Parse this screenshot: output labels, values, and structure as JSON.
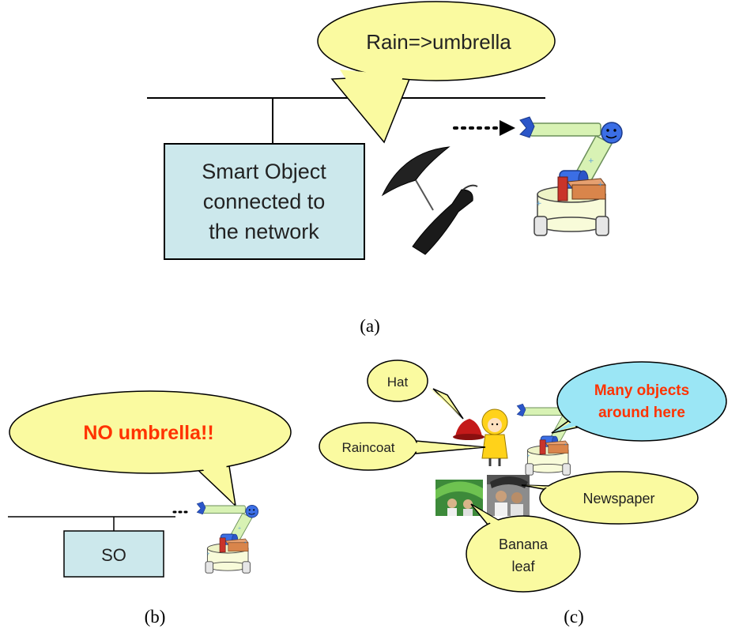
{
  "panel_a": {
    "smart_object_box": {
      "line1": "Smart Object",
      "line2": "connected to",
      "line3": "the network"
    },
    "speech_bubble": "Rain=>umbrella",
    "caption": "(a)"
  },
  "panel_b": {
    "so_box_label": "SO",
    "speech_bubble": "NO umbrella!!",
    "caption": "(b)"
  },
  "panel_c": {
    "hat_bubble": "Hat",
    "raincoat_bubble": "Raincoat",
    "many_objects_bubble": {
      "line1": "Many objects",
      "line2": "around here"
    },
    "newspaper_bubble": "Newspaper",
    "banana_leaf_bubble": {
      "line1": "Banana",
      "line2": "leaf"
    },
    "caption": "(c)"
  },
  "colors": {
    "box_fill": "#cce8ec",
    "bubble_fill": "#fafaa0",
    "alert_text": "#ff3300",
    "robot_body": "#f8fbd9",
    "robot_arm": "#d8f2b4",
    "robot_head": "#3b6ee5",
    "robot_hand": "#2b56c9",
    "cargo_orange": "#d9854b",
    "cargo_red": "#c9342a"
  }
}
